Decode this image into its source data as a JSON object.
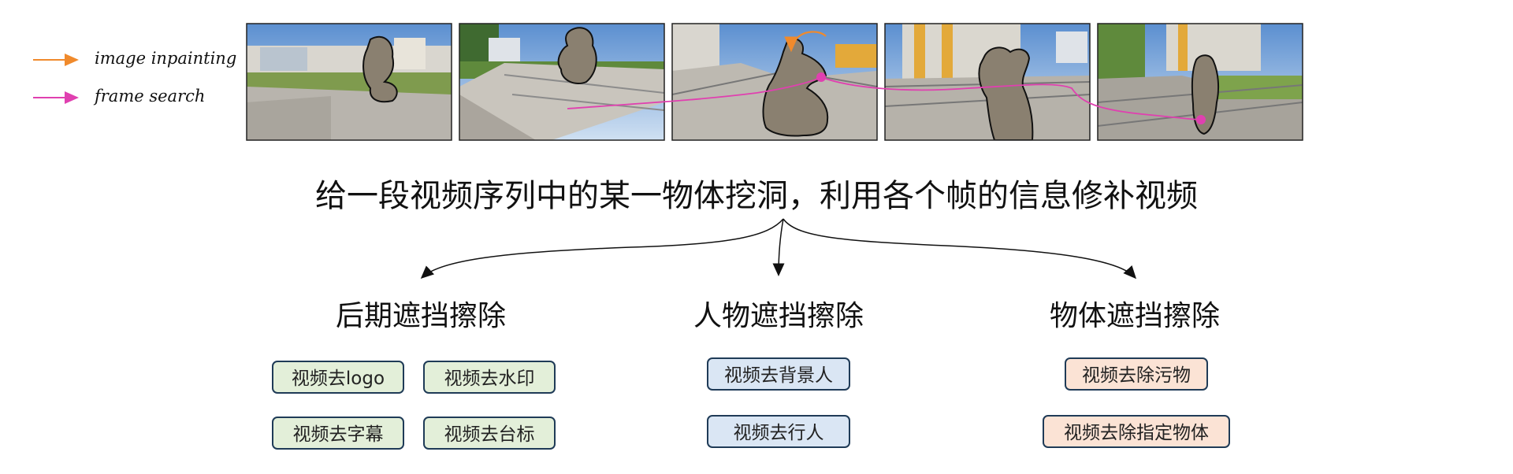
{
  "legend": [
    {
      "label": "image inpainting",
      "color": "#f08a2c"
    },
    {
      "label": "frame search",
      "color": "#e040b0"
    }
  ],
  "main_title": "给一段视频序列中的某一物体挖洞，利用各个帧的信息修补视频",
  "groups": [
    {
      "title": "后期遮挡擦除",
      "tags": [
        "视频去logo",
        "视频去水印",
        "视频去字幕",
        "视频去台标"
      ],
      "color": "#e3efd9"
    },
    {
      "title": "人物遮挡擦除",
      "tags": [
        "视频去背景人",
        "视频去行人"
      ],
      "color": "#dae6f4"
    },
    {
      "title": "物体遮挡擦除",
      "tags": [
        "视频去除污物",
        "视频去除指定物体"
      ],
      "color": "#fbe3d5"
    }
  ],
  "frames_count": 5,
  "hole_color": "#8a8070"
}
